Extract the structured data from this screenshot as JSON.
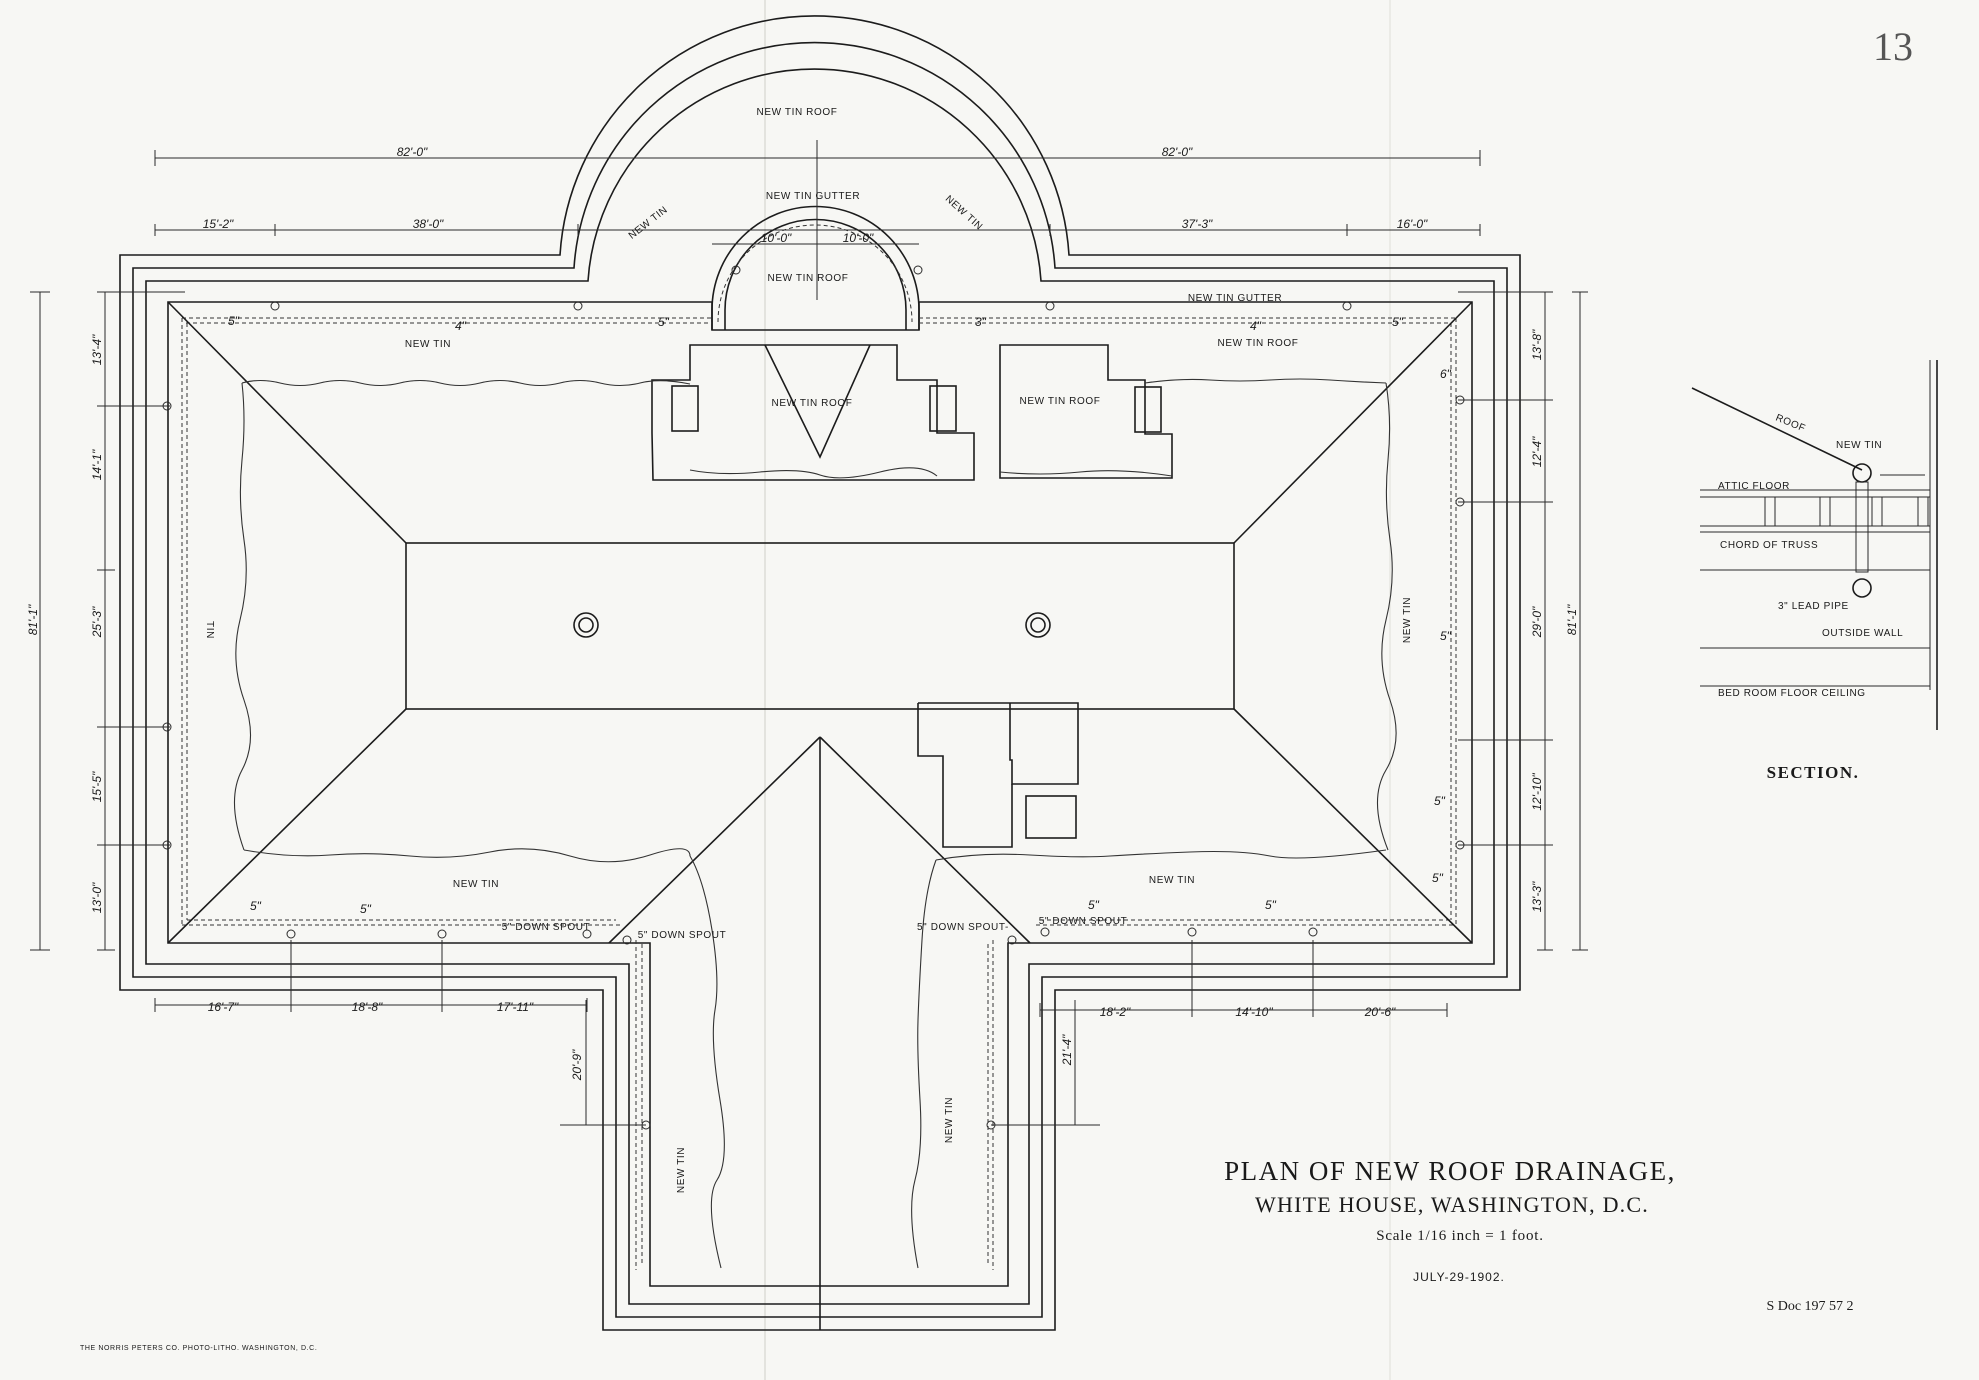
{
  "page_number": "13",
  "title": {
    "line1": "PLAN OF NEW ROOF DRAINAGE,",
    "line2": "WHITE HOUSE, WASHINGTON, D.C.",
    "scale": "Scale 1/16 inch = 1 foot.",
    "date": "JULY-29-1902."
  },
  "doc_ref": "S Doc 197 57 2",
  "printer_credit": "THE NORRIS PETERS CO. PHOTO-LITHO. WASHINGTON, D.C.",
  "roof_labels": {
    "new_tin_roof": "NEW TIN ROOF",
    "new_tin_gutter": "NEW TIN GUTTER",
    "new_tin": "NEW TIN",
    "new_tin_roof_spaced": "NEW   TIN  ROOF",
    "down_spout_5": "5\" DOWN SPOUT",
    "down_spout_5_dash": "5\" DOWN SPOUT-",
    "tin": "TIN"
  },
  "dimensions": {
    "top_half_left": "82'-0\"",
    "top_half_right": "82'-0\"",
    "top_15_2": "15'-2\"",
    "top_38_0": "38'-0\"",
    "top_10_0_left": "10'-0\"",
    "top_10_0_right": "10'-0\"",
    "top_37_3": "37'-3\"",
    "top_16_0": "16'-0\"",
    "left_13_4": "13'-4\"",
    "left_14_1": "14'-1\"",
    "left_25_3": "25'-3\"",
    "left_15_5": "15'-5\"",
    "left_13_0": "13'-0\"",
    "left_total": "81'-1\"",
    "right_13_8": "13'-8\"",
    "right_12_4": "12'-4\"",
    "right_29_0": "29'-0\"",
    "right_12_10": "12'-10\"",
    "right_13_3": "13'-3\"",
    "right_total": "81'-1\"",
    "bottom_16_7": "16'-7\"",
    "bottom_18_8": "18'-8\"",
    "bottom_17_11": "17'-11\"",
    "bottom_18_2": "18'-2\"",
    "bottom_14_10": "14'-10\"",
    "bottom_20_6": "20'-6\"",
    "wing_20_9": "20'-9\"",
    "wing_21_4": "21'-4\""
  },
  "gutter_sizes": {
    "g5": "5\"",
    "g4": "4\"",
    "g3": "3\"",
    "g6": "6\""
  },
  "section": {
    "title": "SECTION.",
    "roof": "ROOF",
    "new_tin": "NEW TIN",
    "attic_floor": "ATTIC FLOOR",
    "chord_of_truss": "CHORD OF TRUSS",
    "lead_pipe": "3\" LEAD PIPE",
    "outside_wall": "OUTSIDE WALL",
    "bed_room_floor_ceiling": "BED ROOM FLOOR CEILING"
  }
}
